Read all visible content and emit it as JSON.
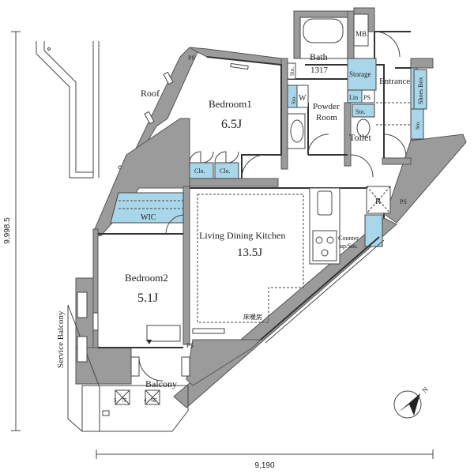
{
  "labels": {
    "roof": "Roof",
    "bedroom1": "Bedroom1",
    "bedroom1_size": "6.5J",
    "bath": "Bath",
    "bath_size": "1317",
    "storage": "Storage",
    "entrance": "Entrance",
    "shoes_box": "Shoes Box",
    "sto": "Sto.",
    "lin": "Lin",
    "ps": "PS",
    "w": "W",
    "powder_room": "Powder Room",
    "powder": "Powder",
    "room": "Room",
    "toilet": "Toilet",
    "mb": "MB",
    "clo": "Clo.",
    "wic": "WIC",
    "ldk": "Living Dining Kitchen",
    "ldk_size": "13.5J",
    "floor_heating": "床暖房",
    "r": "R",
    "counter": "Counter",
    "counter_sto": "up/Sto.",
    "bedroom2": "Bedroom2",
    "bedroom2_size": "5.1J",
    "service_balcony": "Service Balcony",
    "balcony": "Balcony",
    "unit_5_7f": "5 - 7F",
    "unit_4_6f": "4 - 6F"
  },
  "dimensions": {
    "width": "9,190",
    "height": "9,998.5"
  },
  "compass": {
    "label": "N"
  },
  "colors": {
    "wall": "#9b9b9b",
    "storage_fill": "#a9d6e9",
    "line": "#333333"
  }
}
